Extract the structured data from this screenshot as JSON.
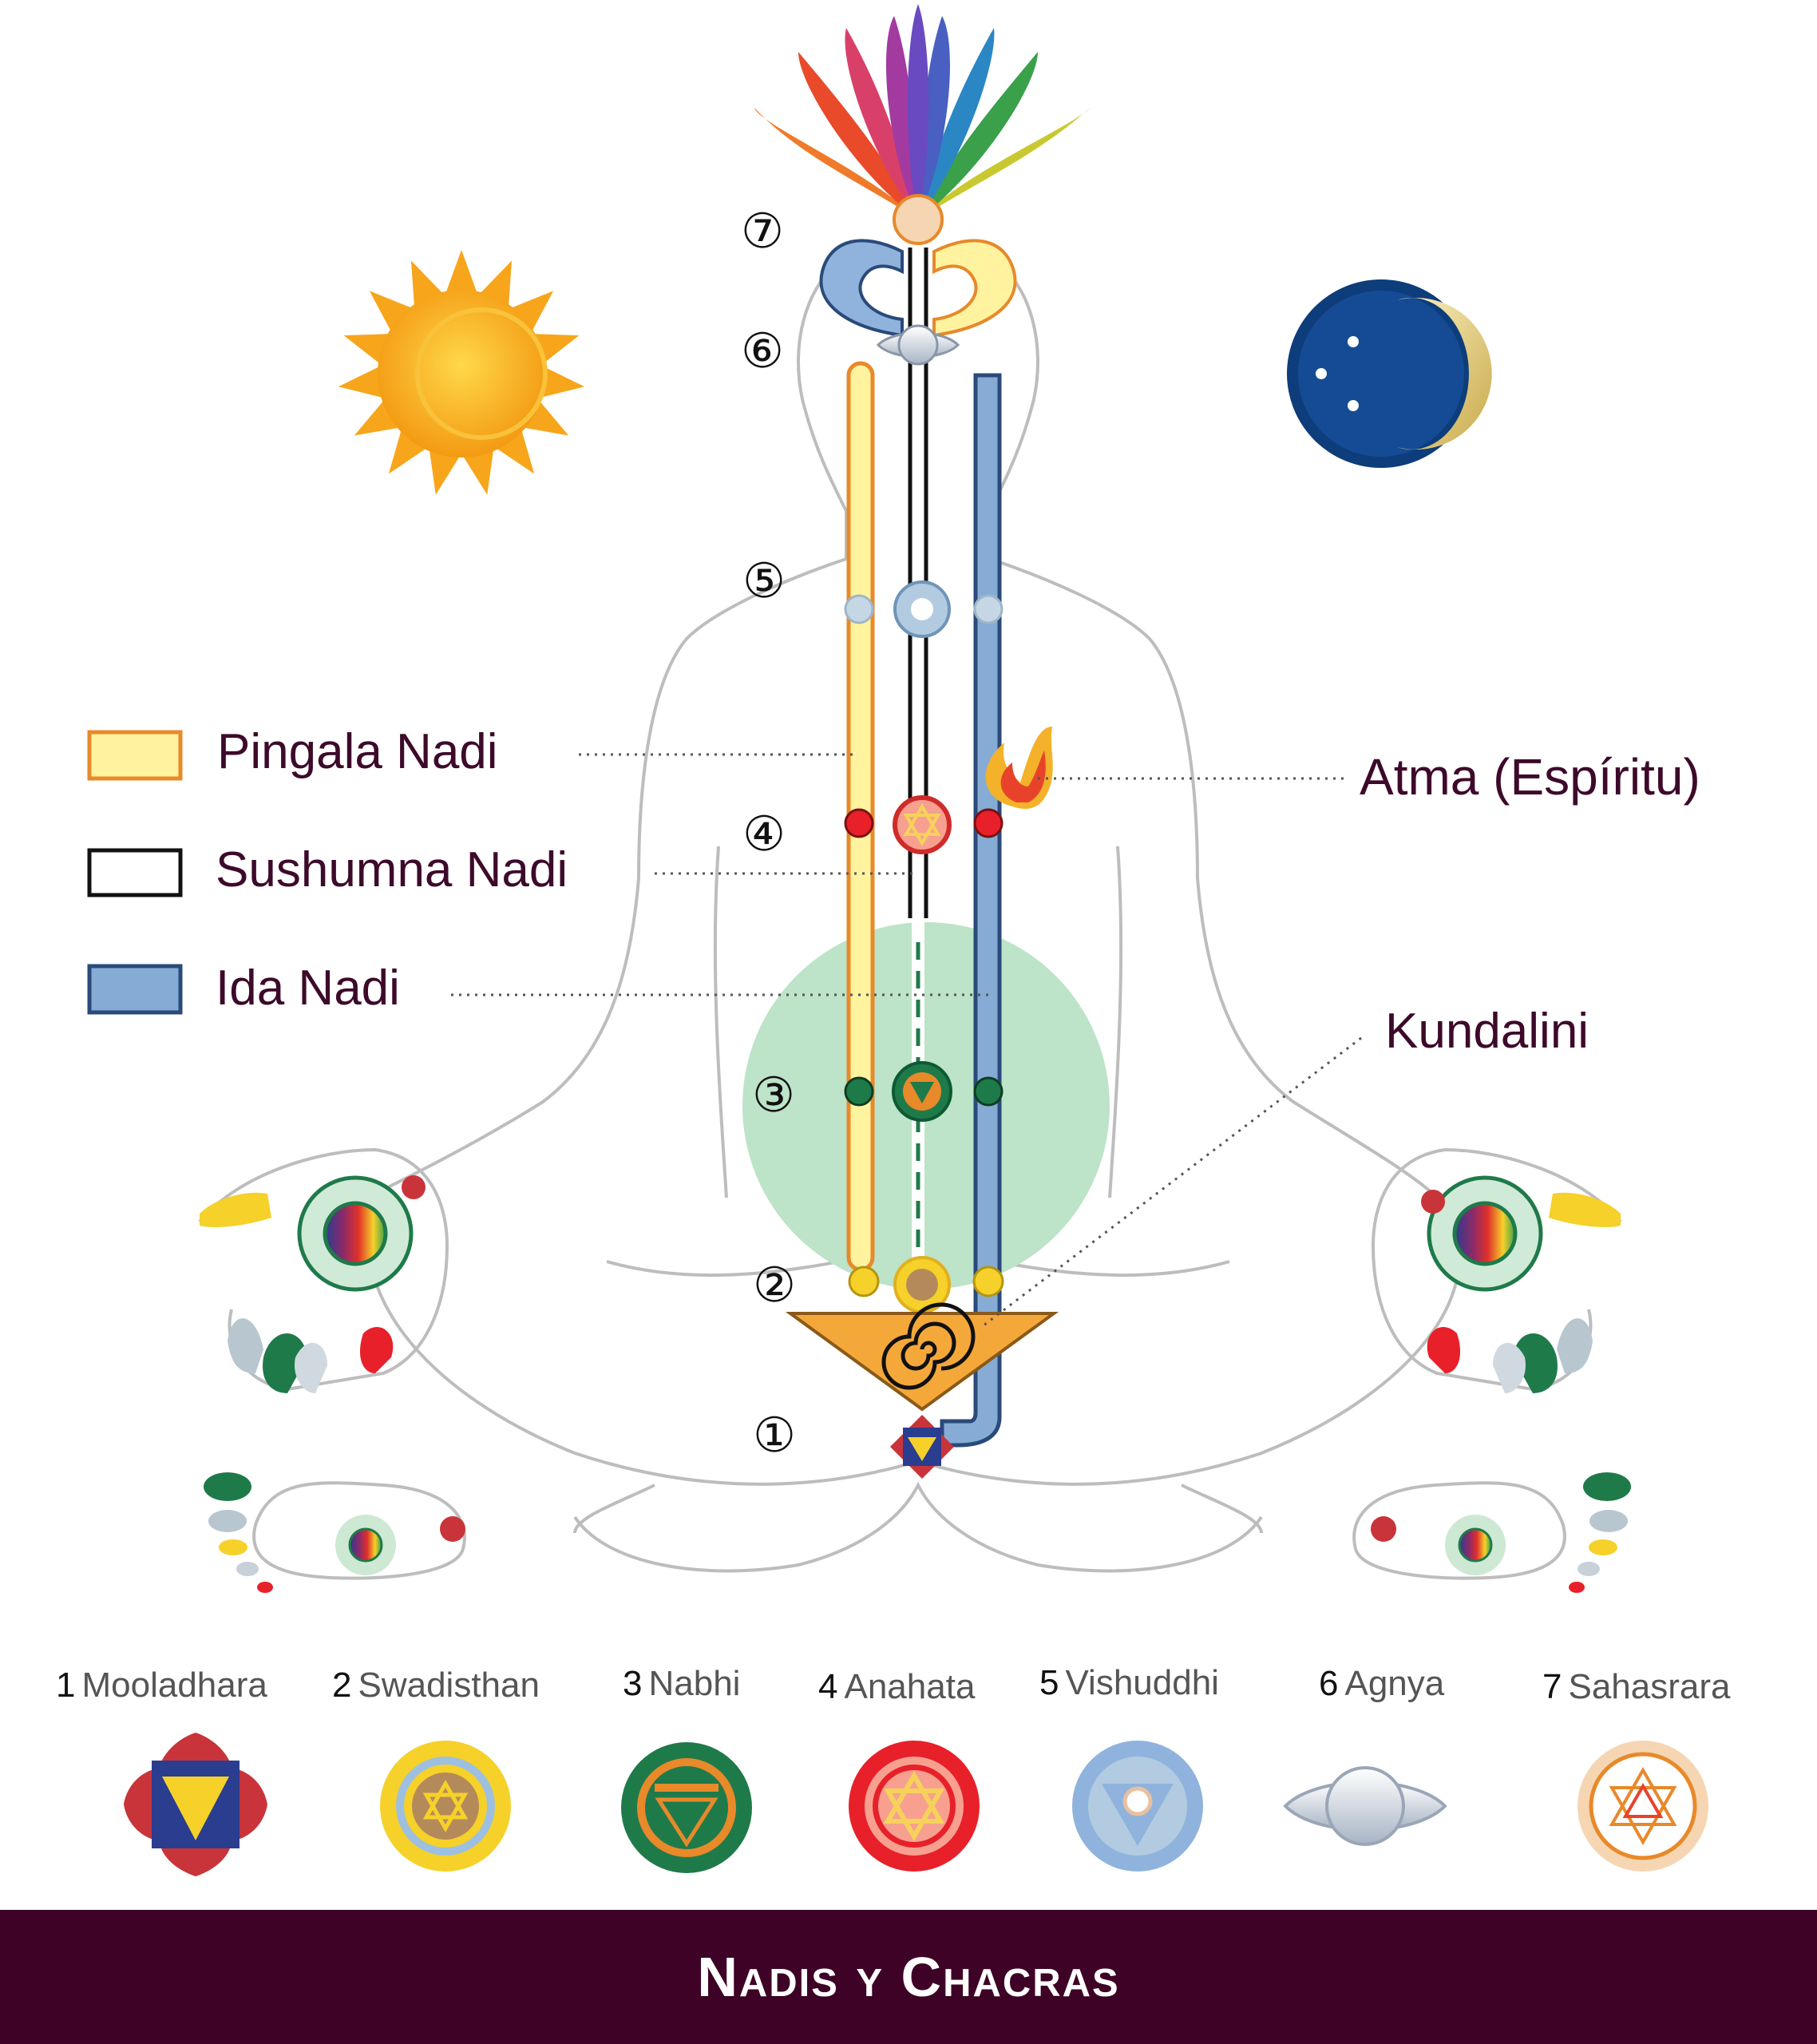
{
  "legend": [
    {
      "label": "Pingala Nadi",
      "fill": "#fff3a0",
      "stroke": "#e8892a"
    },
    {
      "label": "Sushumna Nadi",
      "fill": "#ffffff",
      "stroke": "#111111"
    },
    {
      "label": "Ida Nadi",
      "fill": "#86acd6",
      "stroke": "#2a4a7a"
    }
  ],
  "annotations": {
    "atma": "Atma (Espíritu)",
    "kundalini": "Kundalini"
  },
  "markers": [
    "⑦",
    "⑥",
    "⑤",
    "④",
    "③",
    "②",
    "①"
  ],
  "chakras": [
    {
      "num": "1",
      "name": "Mooladhara"
    },
    {
      "num": "2",
      "name": "Swadisthan"
    },
    {
      "num": "3",
      "name": "Nabhi"
    },
    {
      "num": "4",
      "name": "Anahata"
    },
    {
      "num": "5",
      "name": "Vishuddhi"
    },
    {
      "num": "6",
      "name": "Agnya"
    },
    {
      "num": "7",
      "name": "Sahasrara"
    }
  ],
  "footer": {
    "title": "Nadis y Chacras"
  },
  "colors": {
    "brand": "#3d0226",
    "text": "#3d0a2a",
    "pingala": "#fff3a0",
    "ida": "#86acd6"
  },
  "icons": [
    "sun-icon",
    "moon-icon",
    "lotus-icon",
    "flame-icon",
    "spiral-icon"
  ]
}
